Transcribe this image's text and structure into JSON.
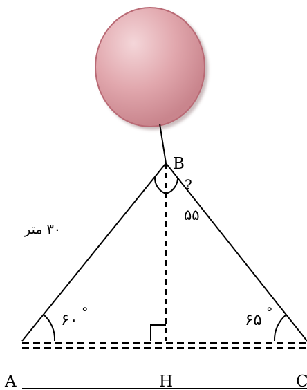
{
  "diagram": {
    "balloon_color": "#d9959b",
    "balloon_stroke": "#b96a74",
    "points": {
      "A": "A",
      "B": "B",
      "C": "C",
      "H": "H"
    },
    "question_mark": "?",
    "labels": {
      "side_length": "۳۰ متر",
      "angle_A": "۶۰",
      "angle_C": "۶۵",
      "angle_B_right": "۵۵",
      "degree": "°"
    }
  }
}
